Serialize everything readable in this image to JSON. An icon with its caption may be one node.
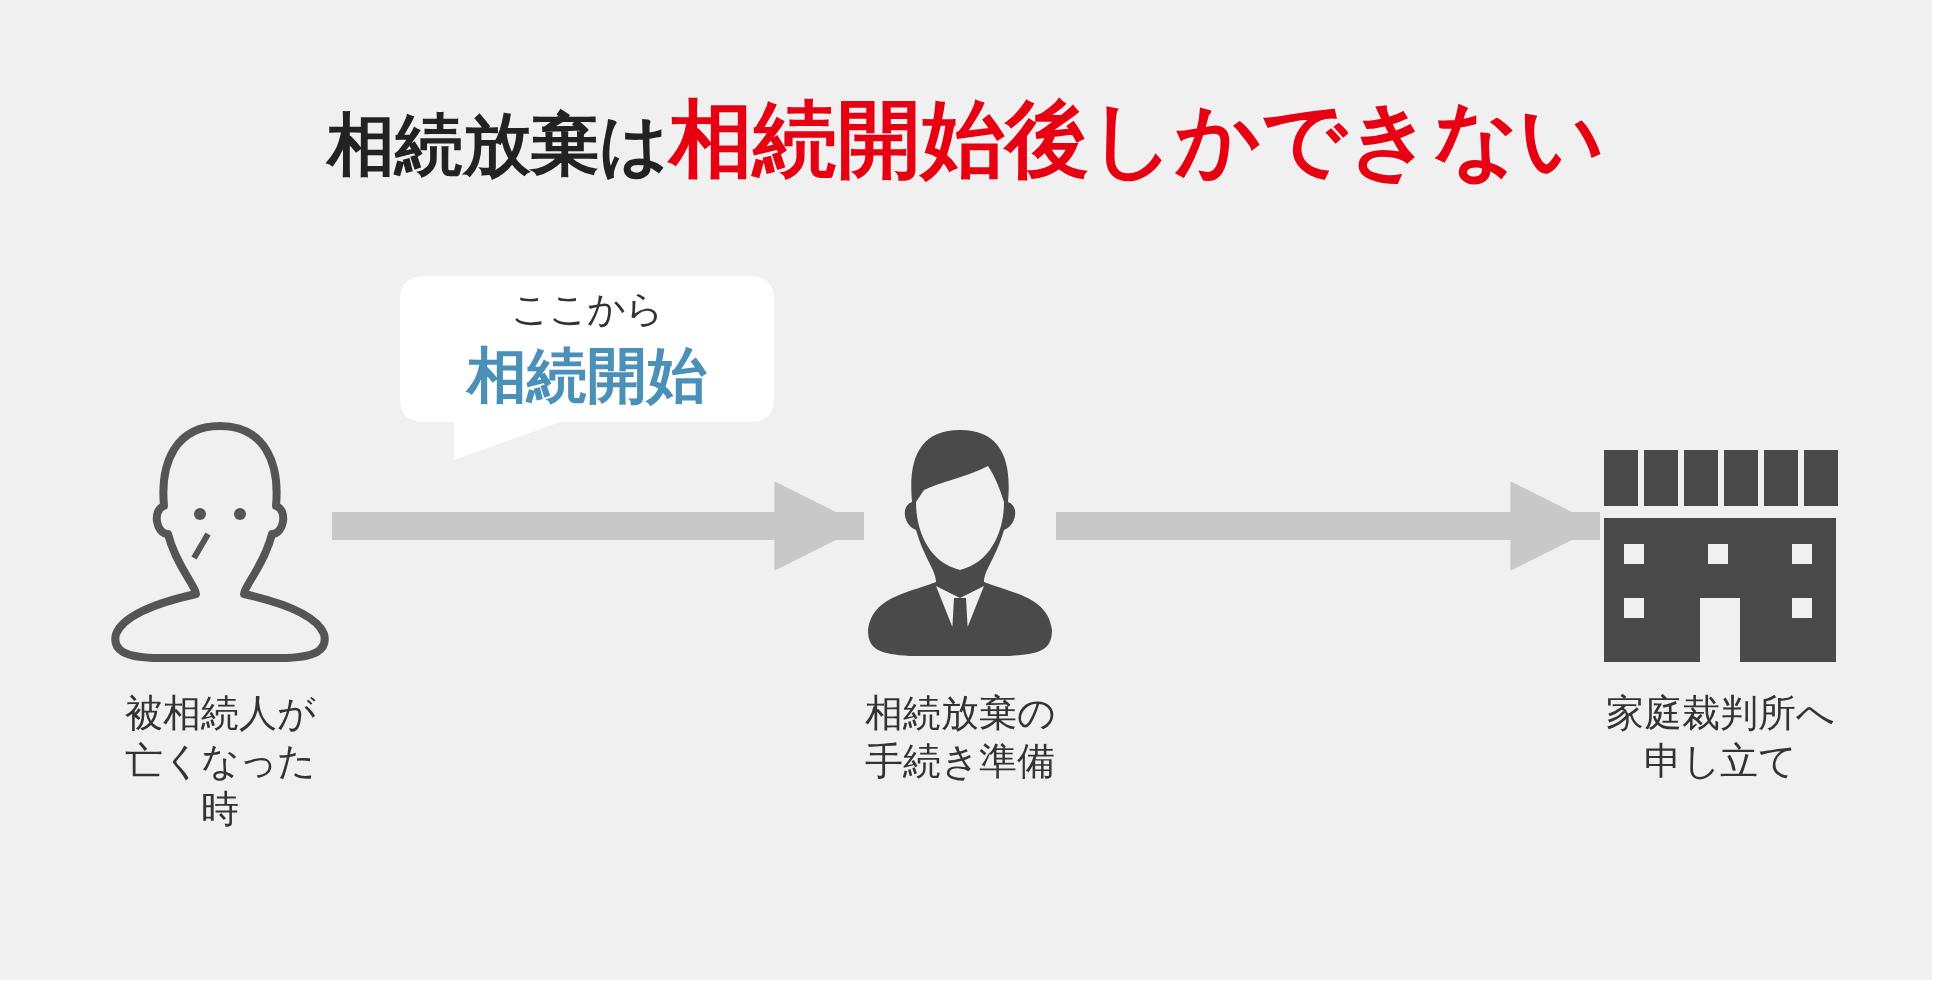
{
  "diagram": {
    "title": "相続放棄は**相続開始後しかできない**",
    "nodes": [
      {
        "text": [
          "被相続人が亡くなった時"
        ]
      },
      {
        "text": [
          "ここから",
          "相続開始"
        ]
      },
      {
        "text": [
          "相続放棄の手続き準備"
        ]
      },
      {
        "text": [
          "家庭裁判所へ申し立て"
        ]
      }
    ],
    "edges": [
      {
        "from": 0,
        "to": 2,
        "arrow": "to"
      },
      {
        "from": 2,
        "to": 3,
        "arrow": "to"
      }
    ]
  }
}
